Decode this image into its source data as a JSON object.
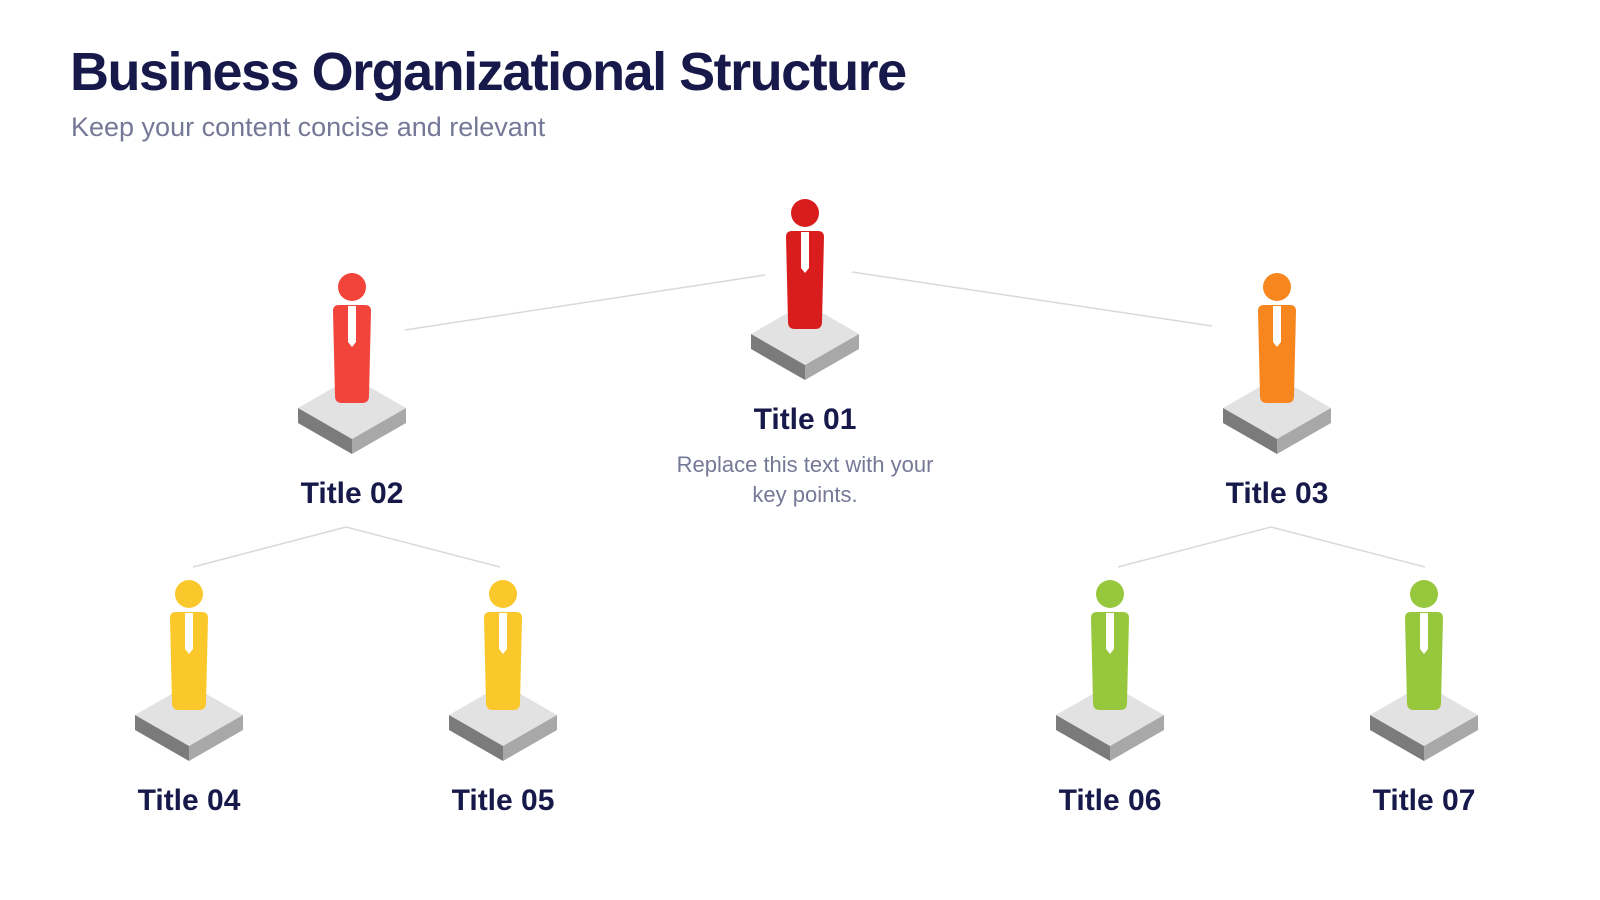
{
  "header": {
    "title": "Business Organizational Structure",
    "subtitle": "Keep your content concise and relevant"
  },
  "nodes": [
    {
      "id": "01",
      "title": "Title 01",
      "description": "Replace this text with your key points.",
      "color": "#d91d1d",
      "icon": "person-icon",
      "parent": null
    },
    {
      "id": "02",
      "title": "Title 02",
      "color": "#f3443c",
      "icon": "person-icon",
      "parent": "01"
    },
    {
      "id": "03",
      "title": "Title 03",
      "color": "#f7861f",
      "icon": "person-icon",
      "parent": "01"
    },
    {
      "id": "04",
      "title": "Title 04",
      "color": "#fbc82b",
      "icon": "person-icon",
      "parent": "02"
    },
    {
      "id": "05",
      "title": "Title 05",
      "color": "#fbc82b",
      "icon": "person-icon",
      "parent": "02"
    },
    {
      "id": "06",
      "title": "Title 06",
      "color": "#97c73c",
      "icon": "person-icon",
      "parent": "03"
    },
    {
      "id": "07",
      "title": "Title 07",
      "color": "#97c73c",
      "icon": "person-icon",
      "parent": "03"
    }
  ]
}
